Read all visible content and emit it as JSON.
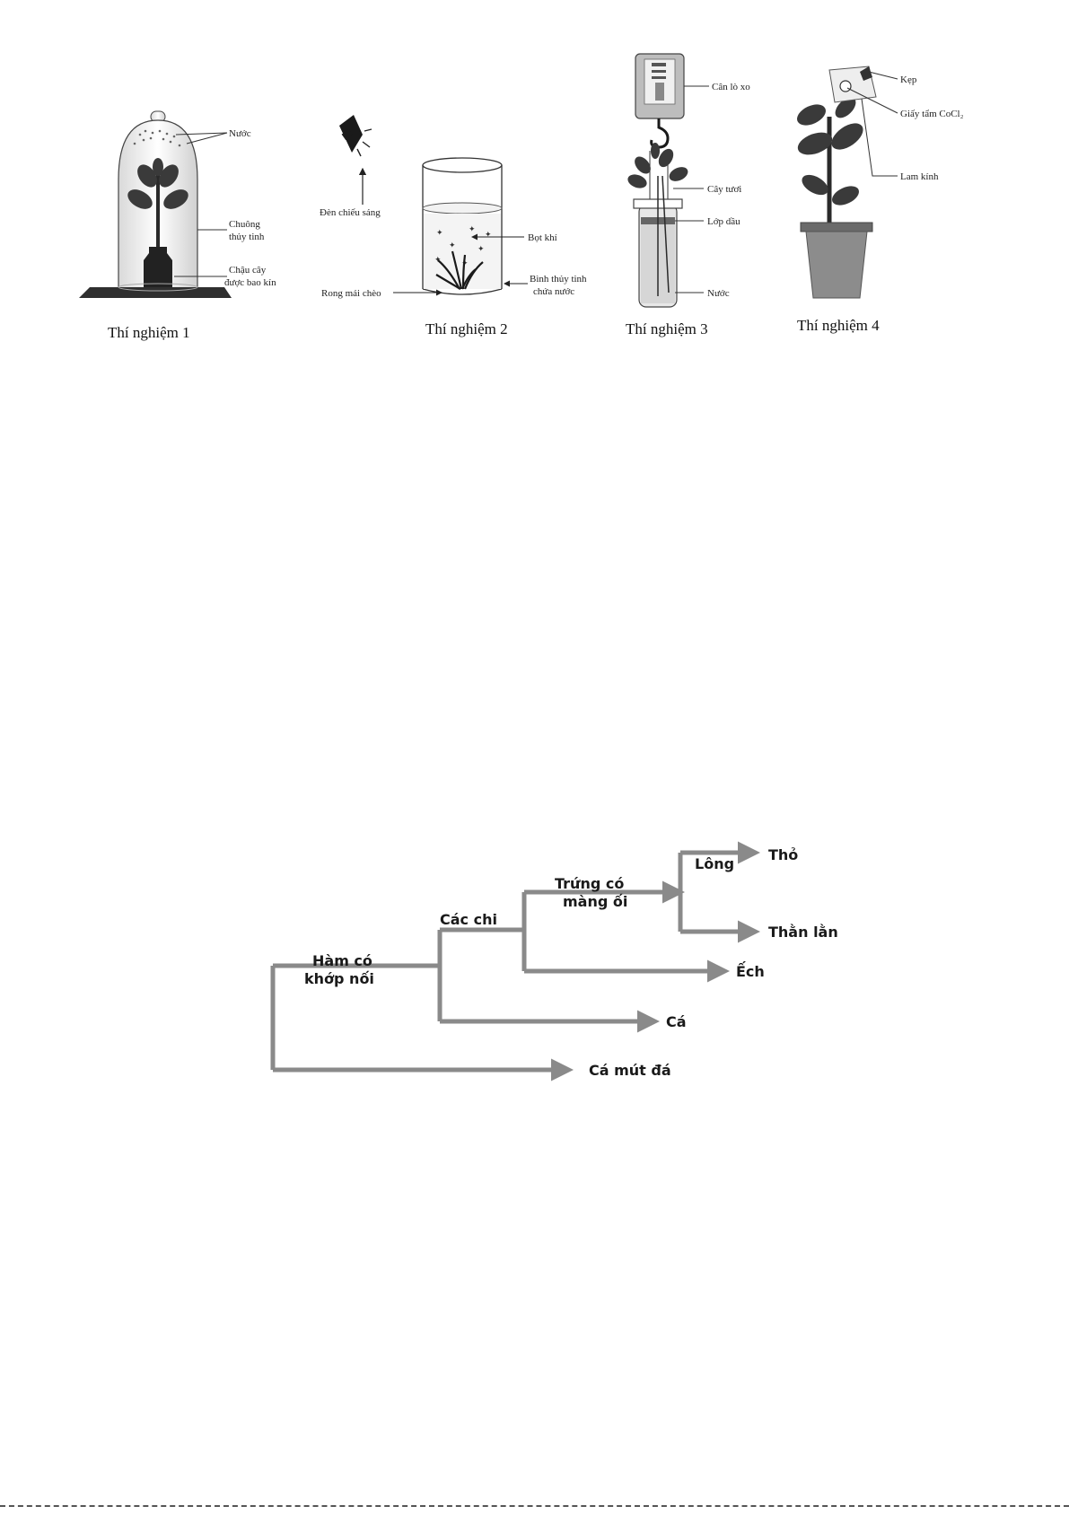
{
  "experiments": {
    "exp1": {
      "caption": "Thí nghiệm 1",
      "labels": {
        "water": "Nước",
        "bell_line1": "Chuông",
        "bell_line2": "thủy tinh",
        "pot_line1": "Chậu cây",
        "pot_line2": "được bao kín"
      }
    },
    "exp2": {
      "caption": "Thí nghiệm 2",
      "labels": {
        "lamp": "Đèn chiếu sáng",
        "bubbles": "Bọt khí",
        "weed": "Rong mái chèo",
        "jar_line1": "Bình thủy tinh",
        "jar_line2": "chứa nước"
      }
    },
    "exp3": {
      "caption": "Thí nghiệm 3",
      "labels": {
        "scale": "Cân lò xo",
        "fresh_plant": "Cây tươi",
        "oil": "Lớp dầu",
        "water": "Nước"
      }
    },
    "exp4": {
      "caption": "Thí nghiệm 4",
      "labels": {
        "clip": "Kẹp",
        "paper": "Giấy tẩm CoCl₂",
        "glass": "Lam kính"
      }
    }
  },
  "cladogram": {
    "traits": {
      "jaw_line1": "Hàm có",
      "jaw_line2": "khớp nối",
      "limbs": "Các chi",
      "amnion_line1": "Trứng có",
      "amnion_line2": "màng ối",
      "hair": "Lông"
    },
    "taxa": {
      "rabbit": "Thỏ",
      "lizard": "Thằn lằn",
      "frog": "Ếch",
      "fish": "Cá",
      "lamprey": "Cá mút đá"
    },
    "line_color": "#8a8a8a"
  }
}
